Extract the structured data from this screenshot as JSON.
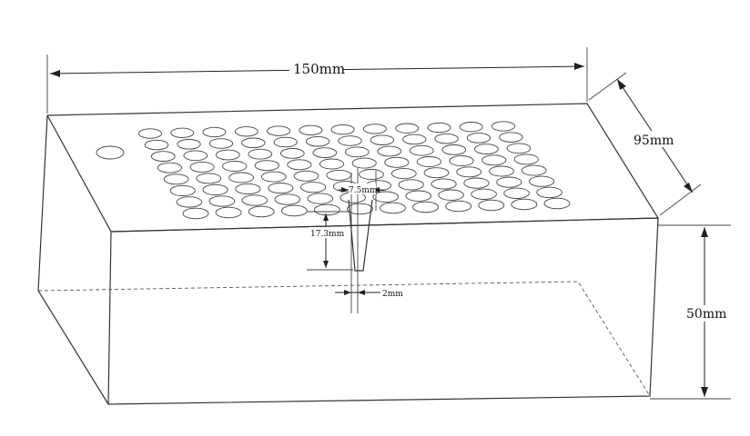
{
  "diagram": {
    "hole_grid": {
      "rows": 8,
      "cols": 12
    },
    "dimensions": {
      "length": "150mm",
      "width": "95mm",
      "height": "50mm",
      "hole_top_diameter": "7.5mm",
      "hole_depth": "17.3mm",
      "hole_bottom_diameter": "2mm"
    }
  }
}
